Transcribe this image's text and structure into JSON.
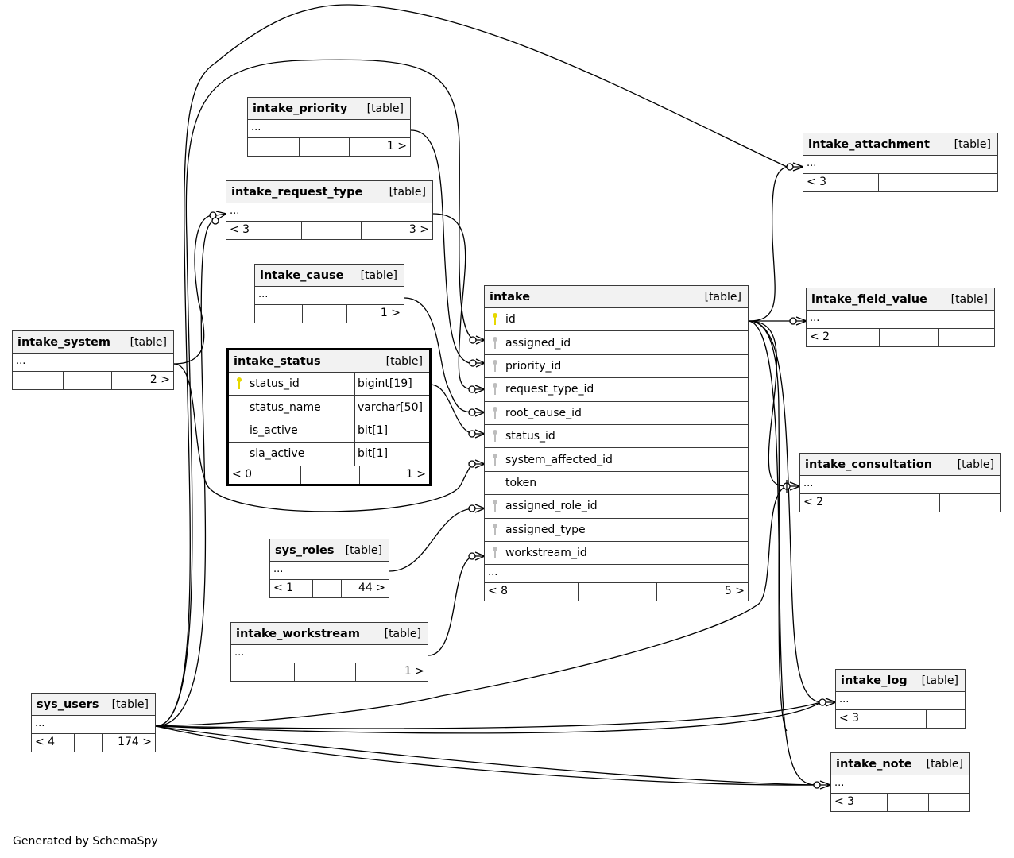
{
  "diagram": {
    "generator_note": "Generated by SchemaSpy",
    "type_label": "[table]",
    "ellipsis": "...",
    "tables": {
      "intake_priority": {
        "name": "intake_priority",
        "footer": [
          "",
          "",
          "1 >"
        ]
      },
      "intake_request_type": {
        "name": "intake_request_type",
        "footer": [
          "< 3",
          "",
          "3 >"
        ]
      },
      "intake_cause": {
        "name": "intake_cause",
        "footer": [
          "",
          "",
          "1 >"
        ]
      },
      "intake_system": {
        "name": "intake_system",
        "footer": [
          "",
          "",
          "2 >"
        ]
      },
      "intake_status": {
        "name": "intake_status",
        "focus": true,
        "columns": [
          {
            "name": "status_id",
            "type": "bigint[19]",
            "key": "primary"
          },
          {
            "name": "status_name",
            "type": "varchar[50]",
            "key": ""
          },
          {
            "name": "is_active",
            "type": "bit[1]",
            "key": ""
          },
          {
            "name": "sla_active",
            "type": "bit[1]",
            "key": ""
          }
        ],
        "footer": [
          "< 0",
          "",
          "1 >"
        ]
      },
      "sys_roles": {
        "name": "sys_roles",
        "footer": [
          "< 1",
          "",
          "44 >"
        ]
      },
      "intake_workstream": {
        "name": "intake_workstream",
        "footer": [
          "",
          "",
          "1 >"
        ]
      },
      "sys_users": {
        "name": "sys_users",
        "footer": [
          "< 4",
          "",
          "174 >"
        ]
      },
      "intake": {
        "name": "intake",
        "columns": [
          {
            "name": "id",
            "key": "primary"
          },
          {
            "name": "assigned_id",
            "key": "foreign"
          },
          {
            "name": "priority_id",
            "key": "foreign"
          },
          {
            "name": "request_type_id",
            "key": "foreign"
          },
          {
            "name": "root_cause_id",
            "key": "foreign"
          },
          {
            "name": "status_id",
            "key": "foreign"
          },
          {
            "name": "system_affected_id",
            "key": "foreign"
          },
          {
            "name": "token",
            "key": ""
          },
          {
            "name": "assigned_role_id",
            "key": "foreign"
          },
          {
            "name": "assigned_type",
            "key": "foreign"
          },
          {
            "name": "workstream_id",
            "key": "foreign"
          }
        ],
        "footer": [
          "< 8",
          "",
          "5 >"
        ]
      },
      "intake_attachment": {
        "name": "intake_attachment",
        "footer": [
          "< 3",
          "",
          ""
        ]
      },
      "intake_field_value": {
        "name": "intake_field_value",
        "footer": [
          "< 2",
          "",
          ""
        ]
      },
      "intake_consultation": {
        "name": "intake_consultation",
        "footer": [
          "< 2",
          "",
          ""
        ]
      },
      "intake_log": {
        "name": "intake_log",
        "footer": [
          "< 3",
          "",
          ""
        ]
      },
      "intake_note": {
        "name": "intake_note",
        "footer": [
          "< 3",
          "",
          ""
        ]
      }
    },
    "relationships": [
      {
        "from": "intake_priority",
        "to": "intake.priority_id"
      },
      {
        "from": "intake_request_type",
        "to": "intake.request_type_id"
      },
      {
        "from": "intake_cause",
        "to": "intake.root_cause_id"
      },
      {
        "from": "intake_status.status_id",
        "to": "intake.status_id"
      },
      {
        "from": "intake_system",
        "to": "intake.system_affected_id"
      },
      {
        "from": "sys_roles",
        "to": "intake.assigned_role_id"
      },
      {
        "from": "intake_workstream",
        "to": "intake.workstream_id"
      },
      {
        "from": "sys_users",
        "to": "intake.assigned_id"
      },
      {
        "from": "sys_users",
        "to": "intake_request_type"
      },
      {
        "from": "intake_system",
        "to": "intake_request_type"
      },
      {
        "from": "sys_users",
        "to": "intake_attachment"
      },
      {
        "from": "sys_users",
        "to": "intake_consultation"
      },
      {
        "from": "sys_users",
        "to": "intake_log"
      },
      {
        "from": "sys_users",
        "to": "intake_note"
      },
      {
        "from": "intake.id",
        "to": "intake_attachment"
      },
      {
        "from": "intake.id",
        "to": "intake_field_value"
      },
      {
        "from": "intake.id",
        "to": "intake_consultation"
      },
      {
        "from": "intake.id",
        "to": "intake_log"
      },
      {
        "from": "intake.id",
        "to": "intake_note"
      }
    ]
  }
}
